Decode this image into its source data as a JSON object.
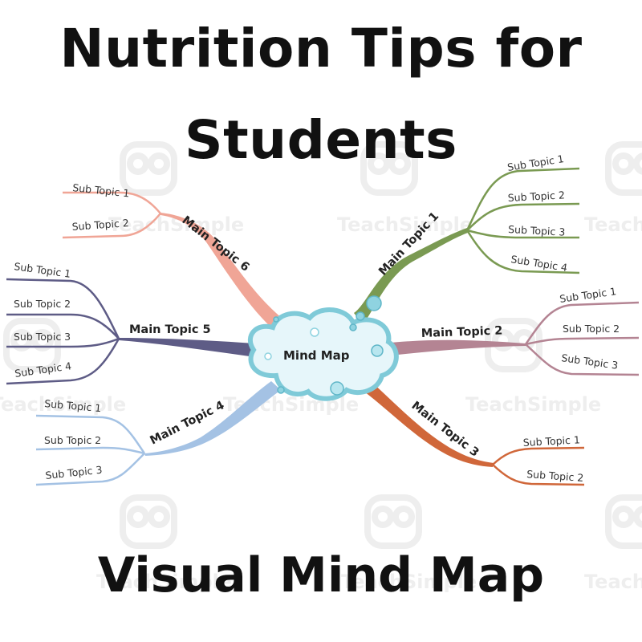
{
  "title": {
    "line1": "Nutrition Tips for",
    "line2": "Students"
  },
  "footer": "Visual Mind Map",
  "center": {
    "label": "Mind Map",
    "fill": "#e6f6fa",
    "stroke": "#7fcad8"
  },
  "watermark": {
    "text": "TeachSimple",
    "color": "#eeeeee"
  },
  "branches": [
    {
      "label": "Main Topic 1",
      "color": "#7a9a52",
      "subtopics": [
        "Sub Topic 1",
        "Sub Topic 2",
        "Sub Topic 3",
        "Sub Topic 4"
      ]
    },
    {
      "label": "Main Topic 2",
      "color": "#b48493",
      "subtopics": [
        "Sub Topic 1",
        "Sub Topic 2",
        "Sub Topic 3"
      ]
    },
    {
      "label": "Main Topic 3",
      "color": "#d0673a",
      "subtopics": [
        "Sub Topic 1",
        "Sub Topic 2"
      ]
    },
    {
      "label": "Main Topic 4",
      "color": "#a4c2e4",
      "subtopics": [
        "Sub Topic 1",
        "Sub Topic 2",
        "Sub Topic 3"
      ]
    },
    {
      "label": "Main Topic 5",
      "color": "#5e5c86",
      "subtopics": [
        "Sub Topic 1",
        "Sub Topic 2",
        "Sub Topic 3",
        "Sub Topic 4"
      ]
    },
    {
      "label": "Main Topic 6",
      "color": "#f0a596",
      "subtopics": [
        "Sub Topic 1",
        "Sub Topic 2"
      ]
    }
  ]
}
